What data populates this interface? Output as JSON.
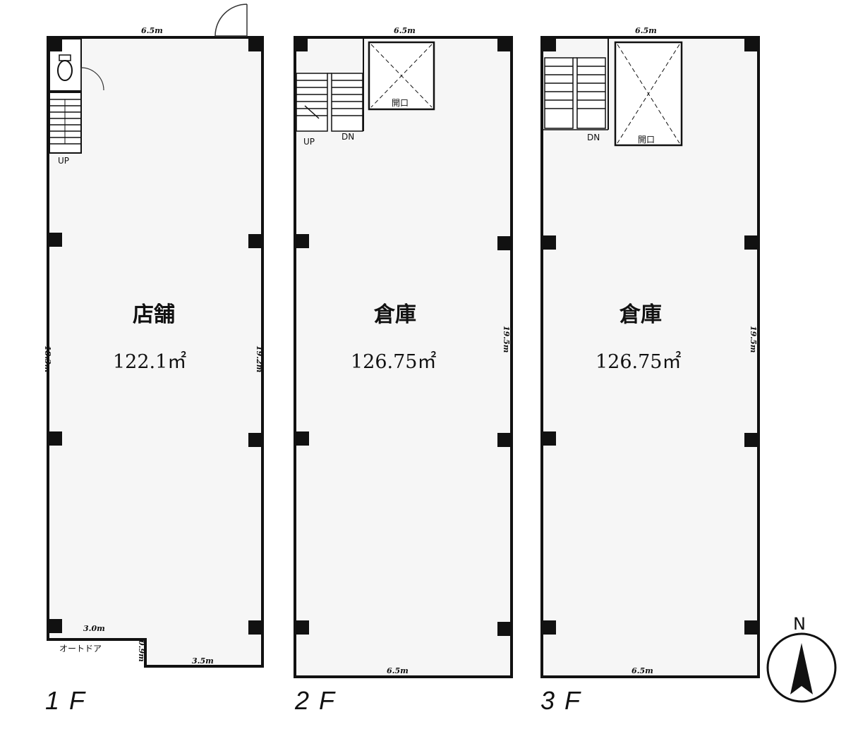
{
  "floors": [
    {
      "floor_label": "1F",
      "room_name": "店舗",
      "area": "122.1㎡",
      "top_width": "6.5m",
      "left_depth": "18.3m",
      "right_depth": "19.2m",
      "notch_top_width": "3.0m",
      "notch_height": "0.9m",
      "bottom_width": "3.5m",
      "auto_door": "オートドア",
      "stair_label": "UP"
    },
    {
      "floor_label": "2F",
      "room_name": "倉庫",
      "area": "126.75㎡",
      "top_width": "6.5m",
      "right_depth": "19.5m",
      "bottom_width": "6.5m",
      "stair_up": "UP",
      "stair_down": "DN",
      "opening_label": "開口"
    },
    {
      "floor_label": "3F",
      "room_name": "倉庫",
      "area": "126.75㎡",
      "top_width": "6.5m",
      "right_depth": "19.5m",
      "bottom_width": "6.5m",
      "stair_down": "DN",
      "opening_label": "開口"
    }
  ],
  "compass": {
    "label": "N"
  }
}
